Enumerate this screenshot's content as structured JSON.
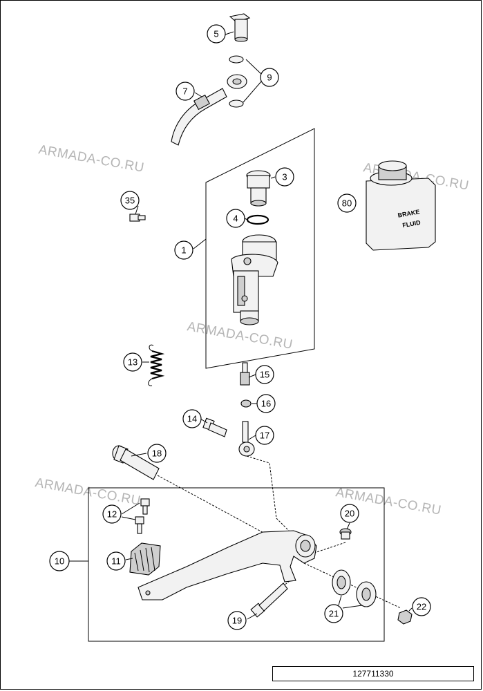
{
  "diagram": {
    "callouts": [
      "1",
      "3",
      "4",
      "5",
      "7",
      "9",
      "10",
      "11",
      "12",
      "13",
      "14",
      "15",
      "16",
      "17",
      "18",
      "19",
      "20",
      "21",
      "22",
      "35",
      "80"
    ],
    "watermark": "ARMADA-CO.RU",
    "fluid_label_line1": "BRAKE",
    "fluid_label_line2": "FLUID",
    "reference_number": "127711330"
  }
}
